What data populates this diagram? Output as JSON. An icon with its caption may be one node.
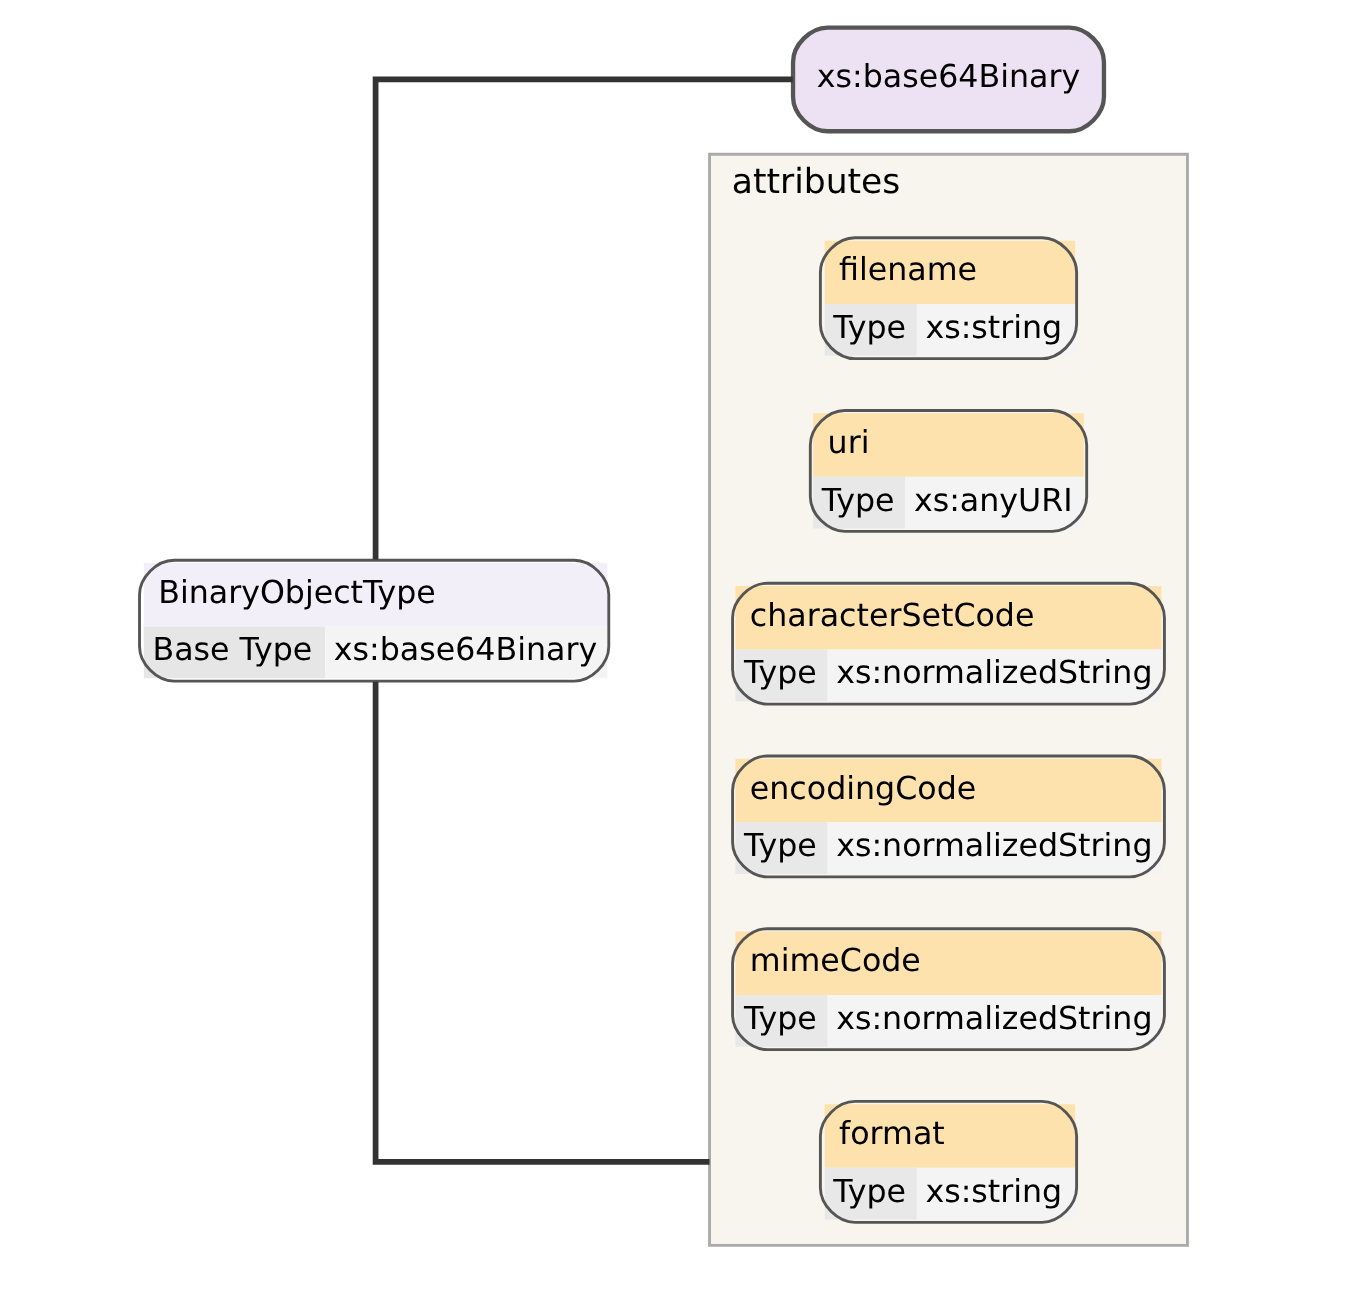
{
  "diagram": {
    "nodes": [
      {
        "text": [
          "BinaryObjectType",
          "Base Type",
          "xs:base64Binary"
        ]
      },
      {
        "text": [
          "xs:base64Binary"
        ]
      },
      {
        "text": [
          "attributes"
        ]
      },
      {
        "text": [
          "format",
          "Type",
          "xs:string"
        ],
        "in": 2
      },
      {
        "text": [
          "mimeCode",
          "Type",
          "xs:normalizedString"
        ],
        "in": 2
      },
      {
        "text": [
          "encodingCode",
          "Type",
          "xs:normalizedString"
        ],
        "in": 2
      },
      {
        "text": [
          "characterSetCode",
          "Type",
          "xs:normalizedString"
        ],
        "in": 2
      },
      {
        "text": [
          "uri",
          "Type",
          "xs:anyURI"
        ],
        "in": 2
      },
      {
        "text": [
          "filename",
          "Type",
          "xs:string"
        ],
        "in": 2
      }
    ],
    "edges": [
      {
        "from": 0,
        "to": 1,
        "arrow": "none"
      },
      {
        "from": 0,
        "to": 2,
        "arrow": "none"
      }
    ]
  }
}
